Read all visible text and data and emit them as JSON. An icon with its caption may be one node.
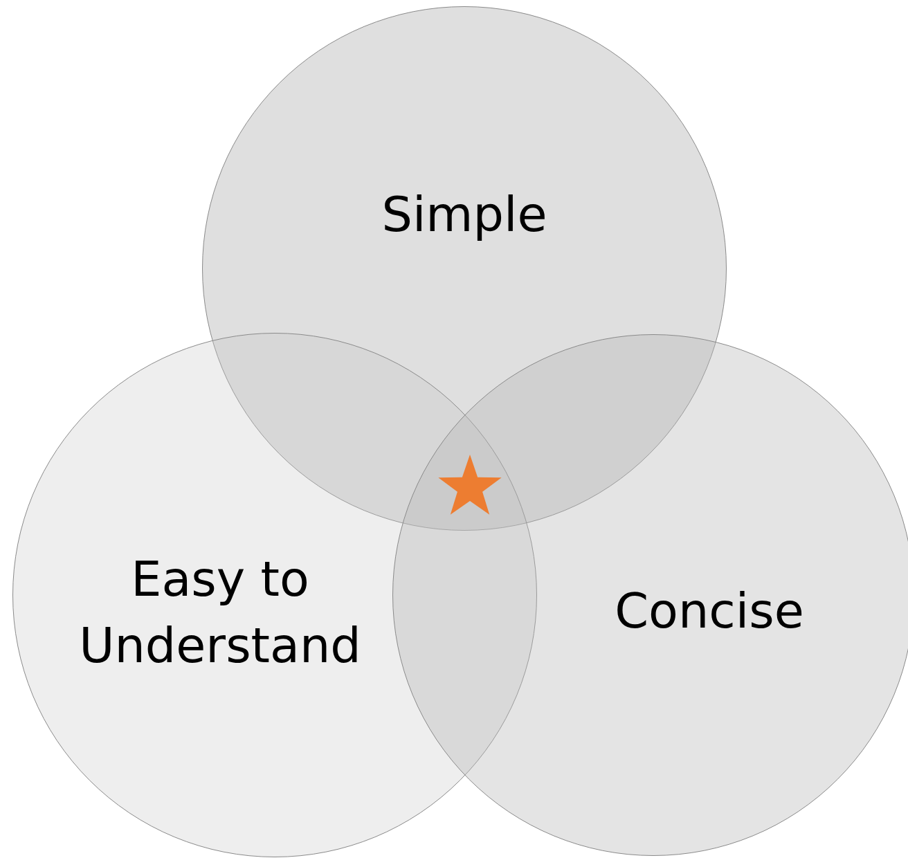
{
  "diagram": {
    "nodes": [
      {
        "text": [
          "Simple"
        ]
      },
      {
        "text": [
          "Easy to Understand"
        ]
      },
      {
        "text": [
          "Concise"
        ]
      }
    ]
  }
}
